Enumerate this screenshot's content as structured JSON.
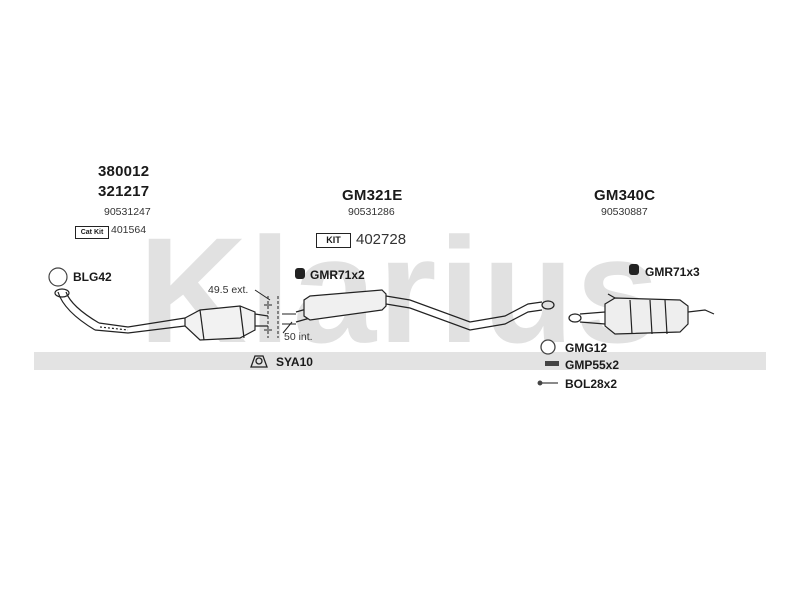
{
  "watermark": {
    "text": "Klarius"
  },
  "left_section": {
    "codes": [
      "380012",
      "321217"
    ],
    "oe": "90531247",
    "catkit": {
      "label": "Cat Kit",
      "number": "401564"
    },
    "ring": {
      "label": "BLG42"
    },
    "dim_ext": "49.5 ext.",
    "dim_int": "50 int.",
    "clamp": {
      "label": "SYA10"
    }
  },
  "mid_section": {
    "code": "GM321E",
    "oe": "90531286",
    "kit": {
      "label": "KIT",
      "number": "402728"
    },
    "rubber": {
      "label": "GMR71x2"
    }
  },
  "right_section": {
    "code": "GM340C",
    "oe": "90530887",
    "rubber": {
      "label": "GMR71x3"
    },
    "gasket": {
      "label": "GMG12"
    },
    "pad": {
      "label": "GMP55x2"
    },
    "bolt": {
      "label": "BOL28x2"
    }
  },
  "colors": {
    "watermark": "#e1e1e1",
    "line": "#222222"
  }
}
